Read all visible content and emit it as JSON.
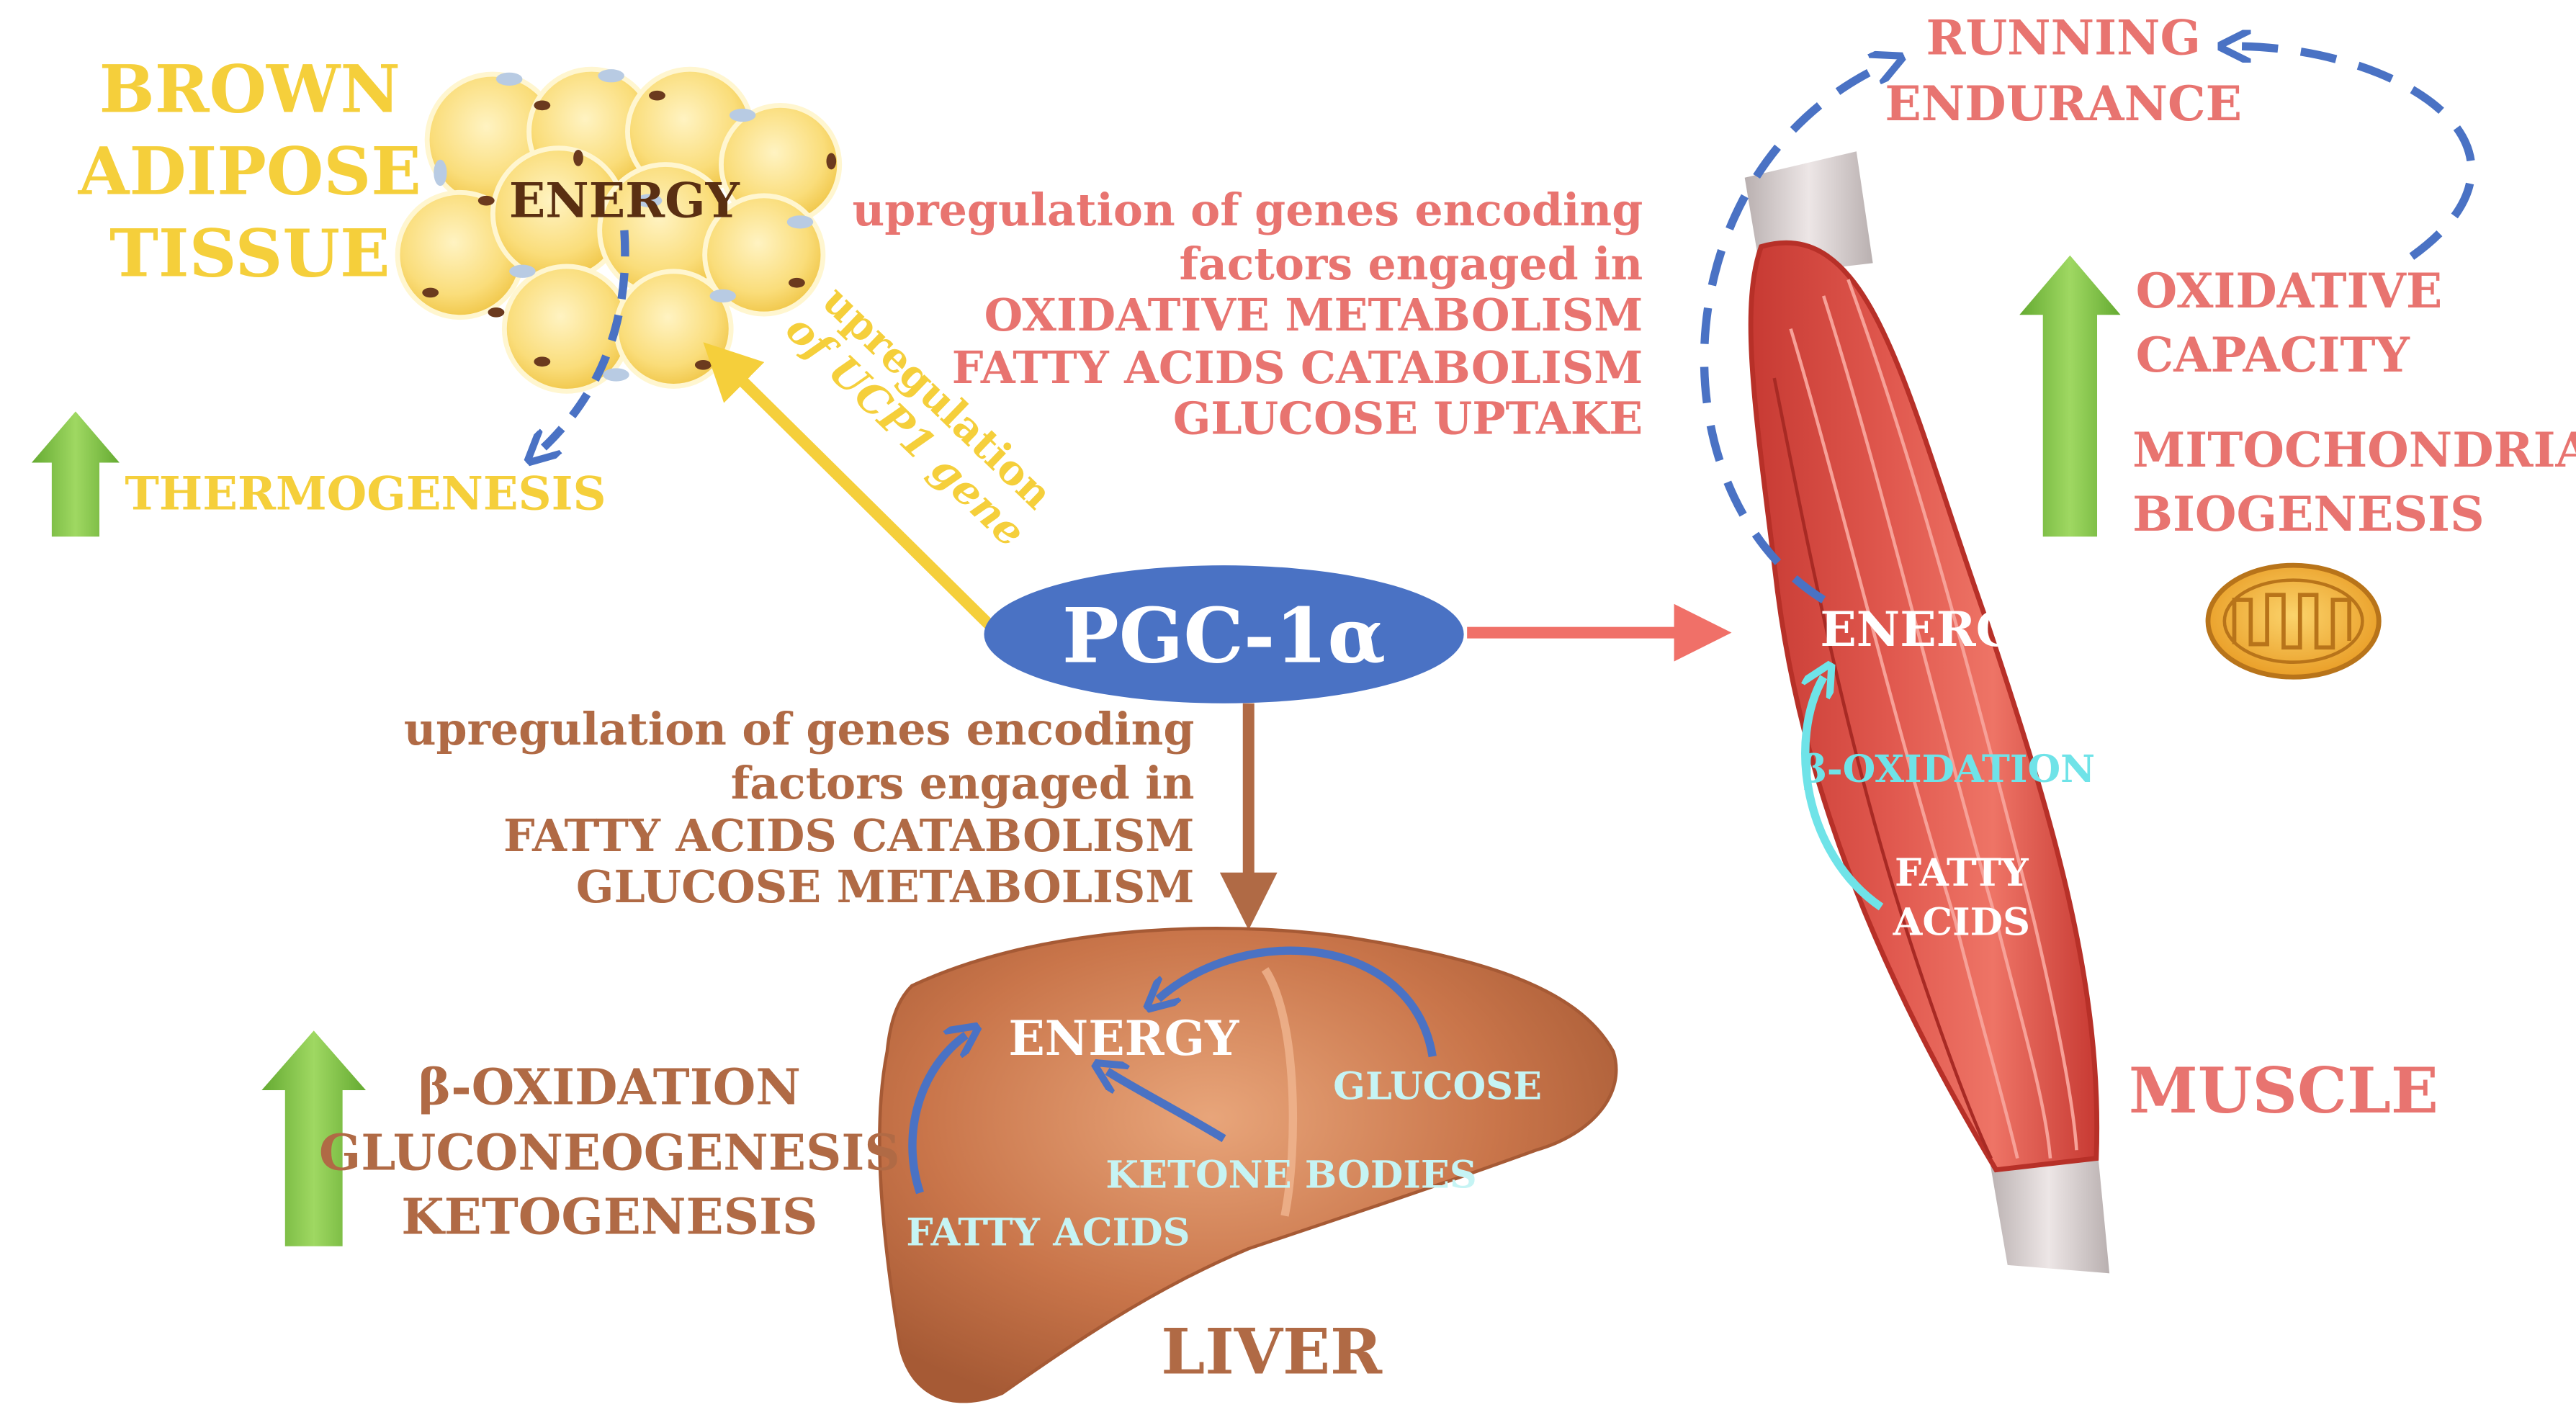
{
  "colors": {
    "bat_yellow": "#F5CF3B",
    "muscle_red": "#E87470",
    "liver_brown": "#B06A45",
    "pgc_blue": "#4A72C4",
    "green_arrow": "#78BE3A",
    "cyan": "#6FE3E8"
  },
  "center": {
    "label": "PGC-1α"
  },
  "bat": {
    "title_lines": [
      "BROWN",
      "ADIPOSE",
      "TISSUE"
    ],
    "energy": "ENERGY",
    "output": "THERMOGENESIS",
    "pathway_lines": [
      "upregulation",
      "of UCP1 gene"
    ]
  },
  "muscle": {
    "title": "MUSCLE",
    "energy": "ENERGY",
    "beta": "β-OXIDATION",
    "fatty_lines": [
      "FATTY",
      "ACIDS"
    ],
    "running_lines": [
      "RUNNING",
      "ENDURANCE"
    ],
    "increase_lines": [
      "OXIDATIVE",
      "CAPACITY",
      "MITOCHONDRIAL",
      "BIOGENESIS"
    ],
    "pathway_lines": [
      "upregulation of genes encoding",
      "factors engaged in",
      "OXIDATIVE METABOLISM",
      "FATTY ACIDS CATABOLISM",
      "GLUCOSE UPTAKE"
    ]
  },
  "liver": {
    "title": "LIVER",
    "energy": "ENERGY",
    "glucose": "GLUCOSE",
    "ketone": "KETONE BODIES",
    "fatty": "FATTY ACIDS",
    "increase_lines": [
      "β-OXIDATION",
      "GLUCONEOGENESIS",
      "KETOGENESIS"
    ],
    "pathway_lines": [
      "upregulation of genes encoding",
      "factors engaged in",
      "FATTY ACIDS CATABOLISM",
      "GLUCOSE METABOLISM"
    ]
  }
}
